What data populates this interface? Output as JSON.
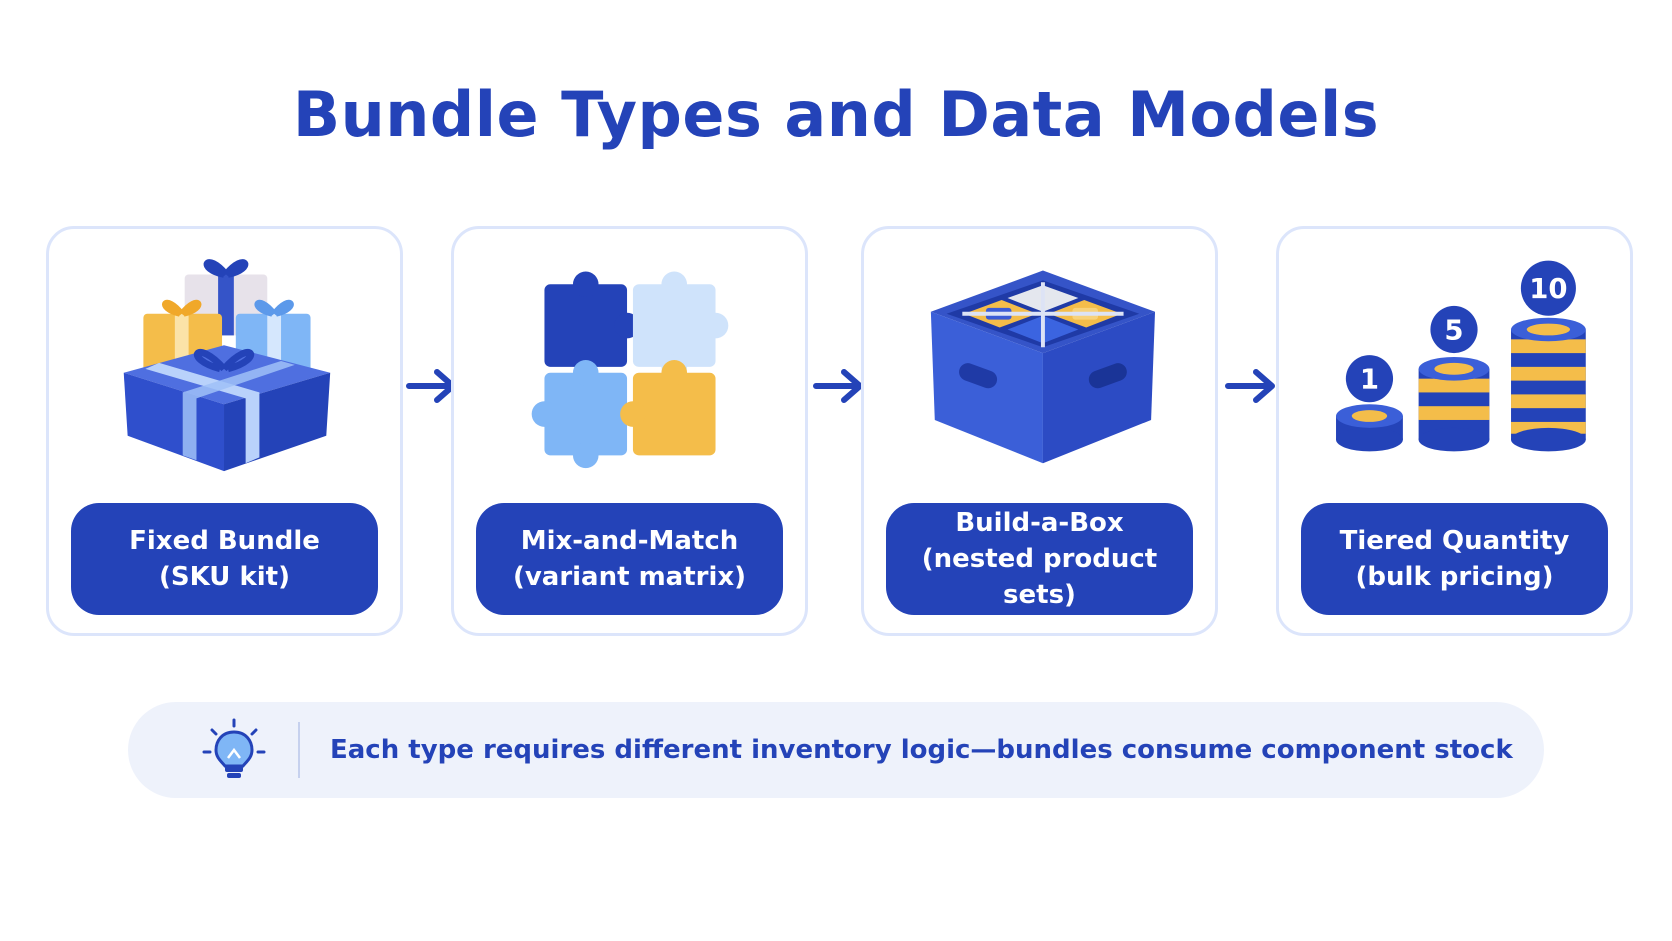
{
  "title": "Bundle Types and Data Models",
  "cards": [
    {
      "line1": "Fixed Bundle",
      "line2": "(SKU kit)",
      "icon": "gift-boxes-icon"
    },
    {
      "line1": "Mix-and-Match",
      "line2": "(variant matrix)",
      "icon": "puzzle-pieces-icon"
    },
    {
      "line1": "Build-a-Box",
      "line2": "(nested product sets)",
      "icon": "compartment-box-icon"
    },
    {
      "line1": "Tiered Quantity",
      "line2": "(bulk pricing)",
      "icon": "coin-stacks-icon"
    }
  ],
  "tiers": [
    "1",
    "5",
    "10"
  ],
  "note": {
    "text": "Each type requires different inventory logic—bundles consume component stock",
    "icon": "lightbulb-icon"
  },
  "colors": {
    "primary": "#2443b8",
    "light_blue": "#7fb6f6",
    "pale_blue": "#cfe3fb",
    "gold": "#f4bd4a",
    "card_border": "#dce5fb",
    "note_bg": "#eef2fb"
  }
}
